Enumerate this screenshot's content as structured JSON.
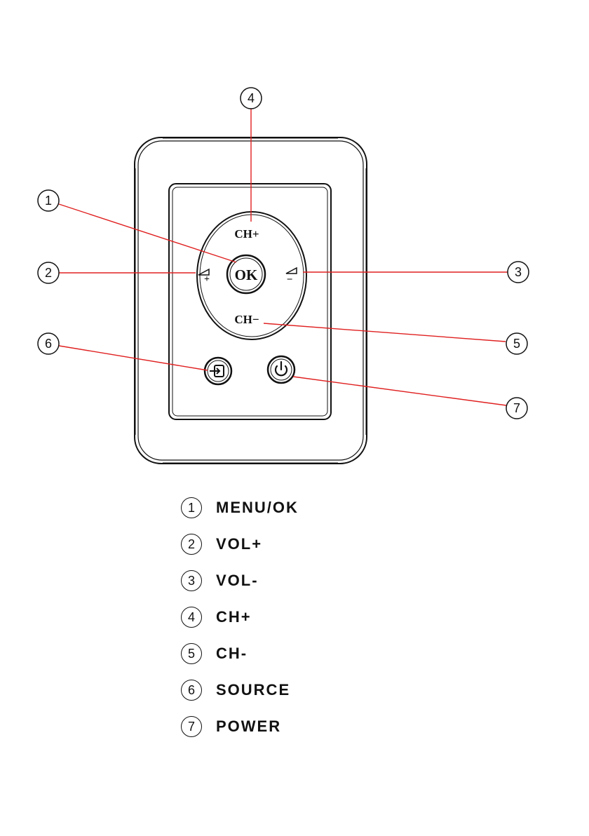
{
  "callouts": [
    {
      "number": "1",
      "label": "MENU/OK"
    },
    {
      "number": "2",
      "label": "VOL+"
    },
    {
      "number": "3",
      "label": "VOL-"
    },
    {
      "number": "4",
      "label": "CH+"
    },
    {
      "number": "5",
      "label": "CH-"
    },
    {
      "number": "6",
      "label": "SOURCE"
    },
    {
      "number": "7",
      "label": "POWER"
    }
  ],
  "panel": {
    "ok_label": "OK",
    "ch_plus_label": "CH+",
    "ch_minus_label": "CH−",
    "vol_plus_sign": "+",
    "vol_minus_sign": "−",
    "source_icon": "source-input-icon",
    "power_icon": "power-icon"
  },
  "colors": {
    "leader_line": "#e02020",
    "outline": "#111111"
  }
}
